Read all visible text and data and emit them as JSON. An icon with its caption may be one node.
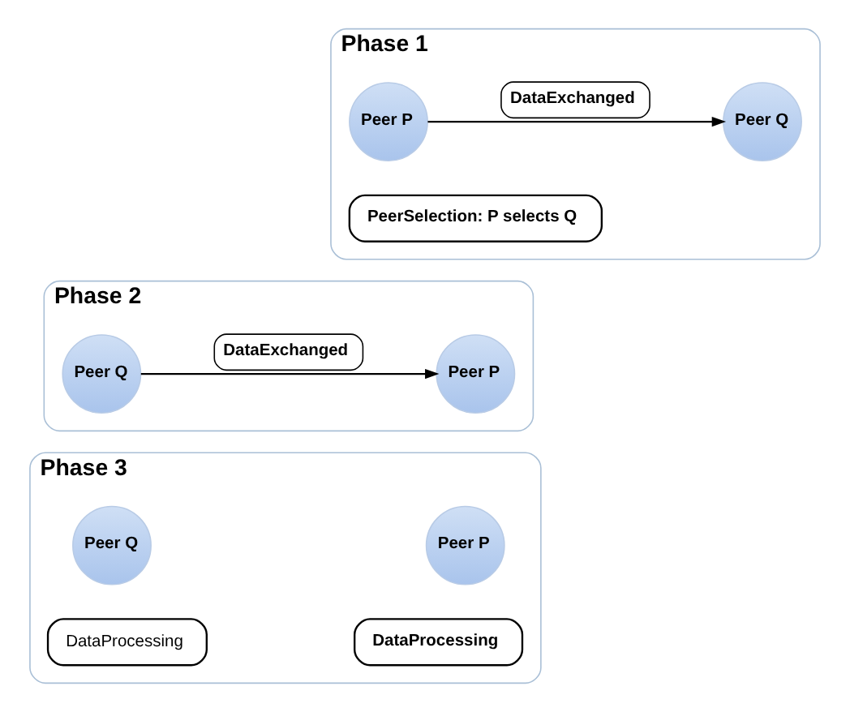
{
  "diagram": {
    "nodes": [
      {
        "text": [
          "Phase 1"
        ]
      },
      {
        "text": [
          "Peer P"
        ],
        "in": 0
      },
      {
        "text": [
          "Peer Q"
        ],
        "in": 0
      },
      {
        "text": [
          "PeerSelection: P selects Q"
        ],
        "in": 0
      },
      {
        "text": [
          "Phase 2"
        ]
      },
      {
        "text": [
          "Peer P"
        ],
        "in": 4
      },
      {
        "text": [
          "Peer Q"
        ],
        "in": 4
      },
      {
        "text": [
          "Phase 3"
        ]
      },
      {
        "text": [
          "Peer P"
        ],
        "in": 7
      },
      {
        "text": [
          "Peer Q"
        ],
        "in": 7
      },
      {
        "text": [
          "DataProcessing"
        ],
        "in": 7
      },
      {
        "text": [
          "DataProcessing"
        ],
        "in": 7
      }
    ],
    "edges": [
      {
        "from": 1,
        "to": 2,
        "arrow": "to",
        "label": "DataExchanged"
      },
      {
        "from": 6,
        "to": 5,
        "arrow": "to",
        "label": "DataExchanged"
      }
    ]
  }
}
